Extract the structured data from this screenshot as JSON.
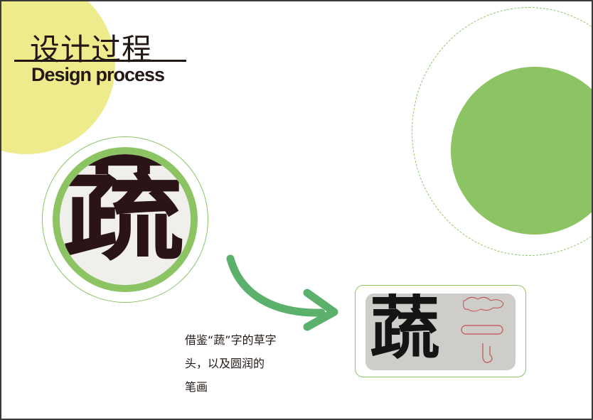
{
  "header": {
    "title_cn": "设计过程",
    "title_en": "Design process"
  },
  "left_image": {
    "glyph": "蔬"
  },
  "sketch_image": {
    "glyph": "蔬"
  },
  "caption": {
    "lines": [
      "借鉴“蔬”字的草字",
      "头，以及圆润的",
      "笔画"
    ]
  },
  "colors": {
    "green": "#8cc464",
    "yellow": "#eeeb8c",
    "arrow": "#5bb06b",
    "text": "#231815"
  }
}
